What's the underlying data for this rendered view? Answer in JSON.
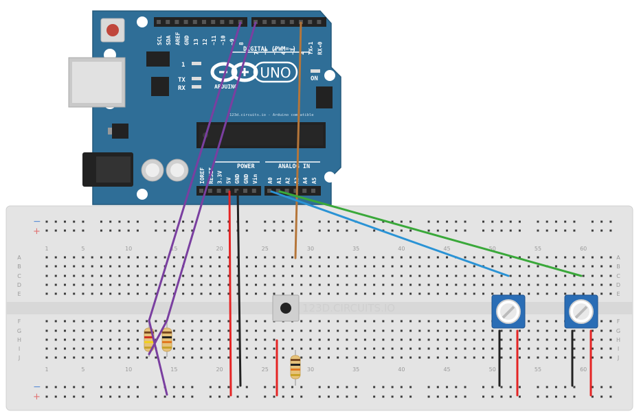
{
  "arduino": {
    "logo_text": "UNO",
    "brand_text": "ARDUINO",
    "credit_text": "123d.circuits.io - Arduino compatible",
    "on_label": "ON",
    "led_l_label": "1",
    "tx_label": "TX",
    "rx_label": "RX",
    "digital_header": "DIGITAL (PWM=~)",
    "power_header": "POWER",
    "analog_header": "ANALOG IN",
    "top_pins_left": [
      "SCL",
      "SDA",
      "AREF",
      "GND",
      "13",
      "12",
      "~11",
      "~10",
      "~9",
      "8"
    ],
    "top_pins_right": [
      "7",
      "~6",
      "~5",
      "4",
      "~3",
      "2",
      "TX▸1",
      "RX◂0"
    ],
    "power_pins": [
      "IOREF",
      "RESET",
      "3.3V",
      "5V",
      "GND",
      "GND",
      "Vin"
    ],
    "analog_pins": [
      "A0",
      "A1",
      "A2",
      "A3",
      "A4",
      "A5"
    ]
  },
  "breadboard": {
    "watermark": "123D.CIRCUITS.IO",
    "column_numbers": [
      "1",
      "5",
      "10",
      "15",
      "20",
      "25",
      "30",
      "35",
      "40",
      "45",
      "50",
      "55",
      "60"
    ],
    "column_number_positions": [
      1,
      5,
      10,
      15,
      20,
      25,
      30,
      35,
      40,
      45,
      50,
      55,
      60
    ],
    "rows_top": [
      "A",
      "B",
      "C",
      "D",
      "E"
    ],
    "rows_bottom": [
      "F",
      "G",
      "H",
      "I",
      "J"
    ],
    "rail_minus": "−",
    "rail_plus": "+"
  },
  "colors": {
    "board": "#2f6e97",
    "breadboard": "#e6e6e6",
    "wire_purple": "#7a3fa0",
    "wire_brown": "#b5763a",
    "wire_red": "#e52424",
    "wire_black": "#222222",
    "wire_blue": "#2a93d5",
    "wire_green": "#3aa83a",
    "potentiometer": "#2a6db5"
  }
}
